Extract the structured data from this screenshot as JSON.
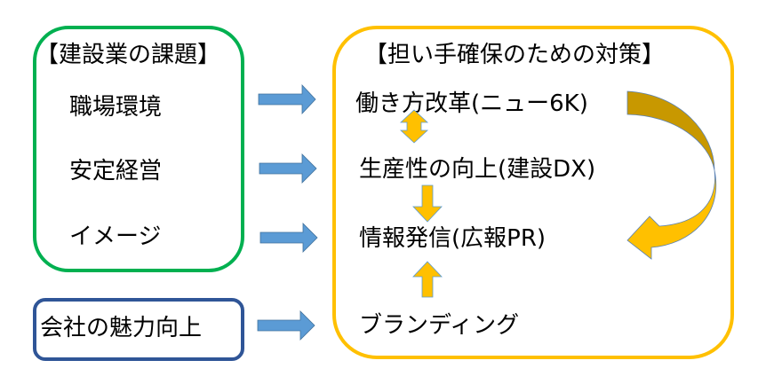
{
  "left_panel": {
    "title": "【建設業の課題】",
    "items": [
      "職場環境",
      "安定経営",
      "イメージ"
    ],
    "border_color": "#00B050"
  },
  "company_box": {
    "label": "会社の魅力向上",
    "border_color": "#2F5597"
  },
  "right_panel": {
    "title": "【担い手確保のための対策】",
    "items": [
      "働き方改革(ニュー6K)",
      "生産性の向上(建設DX)",
      "情報発信(広報PR)",
      "ブランディング"
    ],
    "border_color": "#FFC000"
  },
  "colors": {
    "blue_arrow": "#5B9BD5",
    "yellow_arrow": "#FFC000",
    "curved_arrow_dark": "#C89800"
  }
}
